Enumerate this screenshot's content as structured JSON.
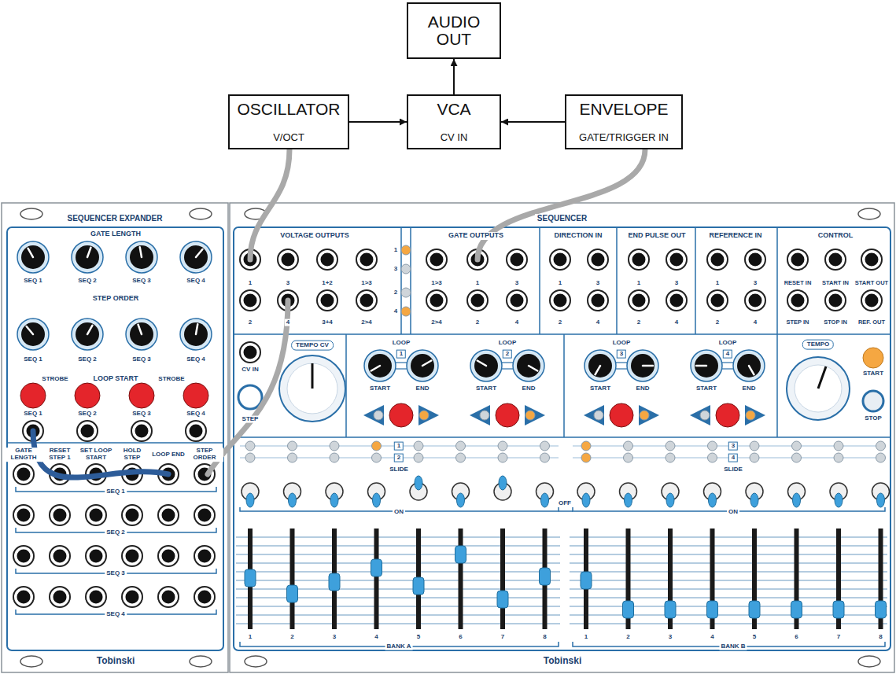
{
  "diagram": {
    "nodes": [
      {
        "text": [
          "AUDIO OUT"
        ]
      },
      {
        "text": [
          "OSCILLATOR",
          "V/OCT"
        ]
      },
      {
        "text": [
          "VCA",
          "CV IN"
        ]
      },
      {
        "text": [
          "ENVELOPE",
          "GATE/TRIGGER IN"
        ]
      },
      {
        "text": [
          "SEQUENCER EXPANDER"
        ]
      },
      {
        "text": [
          "SEQUENCER"
        ]
      }
    ],
    "edges": [
      {
        "from": 1,
        "to": 2,
        "arrow": "to"
      },
      {
        "from": 3,
        "to": 2,
        "arrow": "to"
      },
      {
        "from": 2,
        "to": 0,
        "arrow": "to"
      }
    ],
    "labels": [
      "GATE LENGTH",
      "SEQ 1",
      "SEQ 2",
      "SEQ 3",
      "SEQ 4",
      "STEP ORDER",
      "SEQ 1",
      "SEQ 2",
      "SEQ 3",
      "SEQ 4",
      "STROBE",
      "LOOP START",
      "STROBE",
      "SEQ 1",
      "SEQ 2",
      "SEQ 3",
      "SEQ 4",
      "GATE LENGTH",
      "RESET STEP 1",
      "SET LOOP START",
      "HOLD STEP",
      "LOOP END",
      "STEP ORDER",
      "SEQ 1",
      "SEQ 2",
      "SEQ 3",
      "SEQ 4",
      "Tobinski",
      "VOLTAGE OUTPUTS",
      "1",
      "3",
      "1+2",
      "1>3",
      "2",
      "4",
      "3+4",
      "2>4",
      "1",
      "3",
      "2",
      "4",
      "GATE OUTPUTS",
      "1>3",
      "1",
      "3",
      "2>4",
      "2",
      "4",
      "DIRECTION IN",
      "1",
      "3",
      "2",
      "4",
      "END PULSE OUT",
      "1",
      "3",
      "2",
      "4",
      "REFERENCE IN",
      "1",
      "3",
      "2",
      "4",
      "CONTROL",
      "RESET IN",
      "START IN",
      "START OUT",
      "STEP IN",
      "STOP IN",
      "REF. OUT",
      "CV IN",
      "STEP",
      "TEMPO CV",
      "LOOP",
      "1",
      "START",
      "END",
      "LOOP",
      "2",
      "START",
      "END",
      "LOOP",
      "3",
      "START",
      "END",
      "LOOP",
      "4",
      "START",
      "END",
      "TEMPO",
      "START",
      "STOP",
      "1",
      "2",
      "SLIDE",
      "3",
      "4",
      "SLIDE",
      "ON",
      "OFF",
      "ON",
      "1",
      "2",
      "3",
      "4",
      "5",
      "6",
      "7",
      "8",
      "BANK A",
      "1",
      "2",
      "3",
      "4",
      "5",
      "6",
      "7",
      "8",
      "BANK B",
      "Tobinski"
    ]
  }
}
